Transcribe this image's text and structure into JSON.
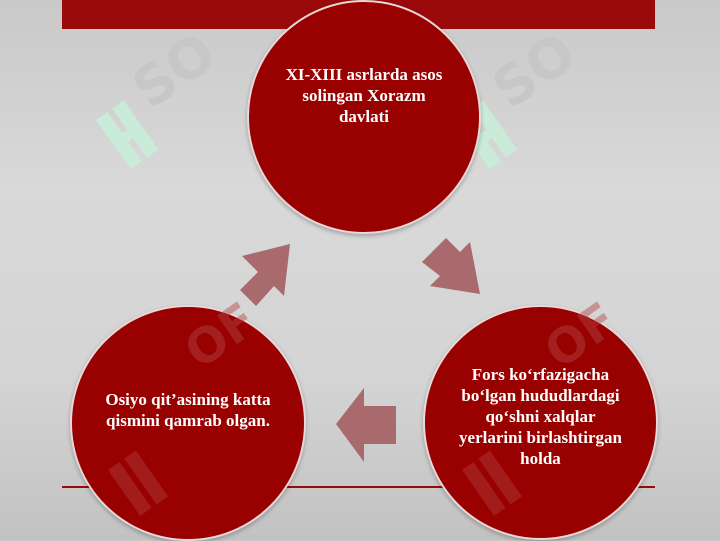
{
  "diagram": {
    "nodes": [
      {
        "id": "top",
        "text": "XI-XIII asrlarda asos solingan Xorazm davlati"
      },
      {
        "id": "right",
        "text": "Fors ko‘rfazigacha bo‘lgan hududlardagi qo‘shni xalqlar yerlarini birlashtirgan holda"
      },
      {
        "id": "left",
        "text": "Osiyo qit’asining katta qismini qamrab olgan."
      }
    ],
    "flow": [
      "top",
      "right",
      "left",
      "top"
    ]
  },
  "watermark": {
    "text": "SOFF",
    "icon": "soff-logo-icon"
  },
  "colors": {
    "circle": "#990000",
    "arrow": "#a86a6c",
    "bar": "#9a0a0a",
    "watermark_green": "#c8eed9"
  }
}
